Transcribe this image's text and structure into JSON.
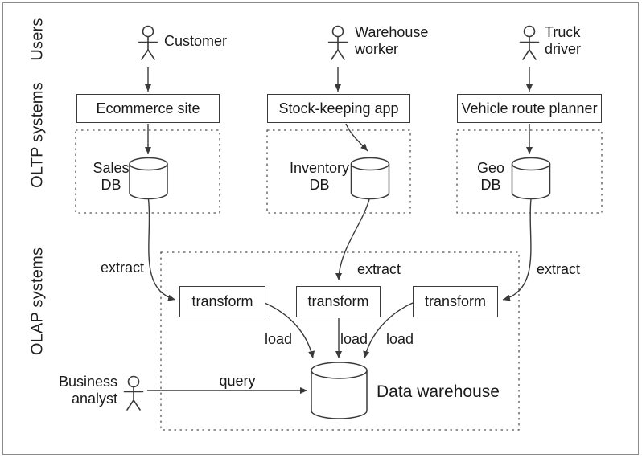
{
  "lanes": {
    "users": "Users",
    "oltp": "OLTP systems",
    "olap": "OLAP systems"
  },
  "actors": {
    "customer": {
      "label": "Customer"
    },
    "warehouse_worker": {
      "line1": "Warehouse",
      "line2": "worker"
    },
    "truck_driver": {
      "line1": "Truck",
      "line2": "driver"
    },
    "business_analyst": {
      "line1": "Business",
      "line2": "analyst"
    }
  },
  "applications": [
    {
      "label": "Ecommerce site"
    },
    {
      "label": "Stock-keeping app"
    },
    {
      "label": "Vehicle route planner"
    }
  ],
  "databases": [
    {
      "line1": "Sales",
      "line2": "DB"
    },
    {
      "line1": "Inventory",
      "line2": "DB"
    },
    {
      "line1": "Geo",
      "line2": "DB"
    }
  ],
  "transforms": [
    {
      "label": "transform"
    },
    {
      "label": "transform"
    },
    {
      "label": "transform"
    }
  ],
  "flow_labels": {
    "extract_left": "extract",
    "extract_middle": "extract",
    "extract_right": "extract",
    "load_left": "load",
    "load_middle": "load",
    "load_right": "load",
    "query": "query"
  },
  "warehouse": {
    "label": "Data warehouse"
  },
  "colors": {
    "line": "#3a3a3a",
    "dashed_boundary": "#555555",
    "text": "#1a1a1a",
    "frame": "#8c8c8c",
    "background": "#ffffff"
  }
}
